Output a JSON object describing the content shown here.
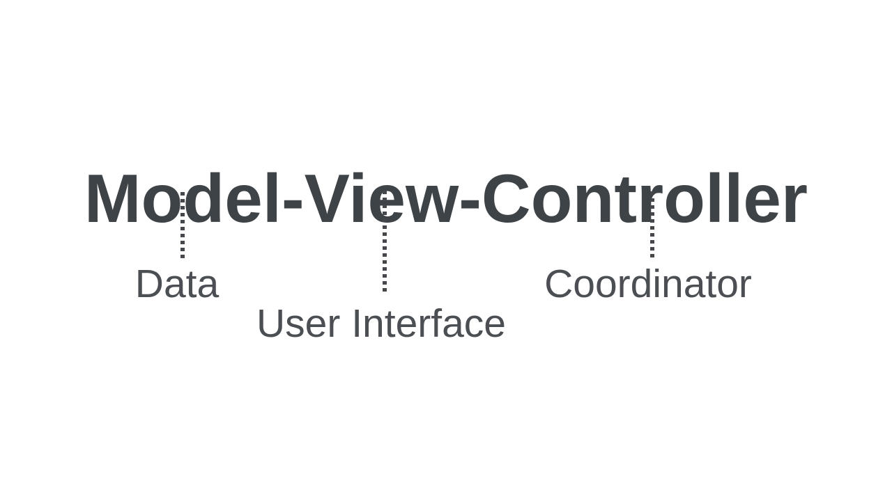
{
  "canvas": {
    "background_color": "#ffffff",
    "title_color": "#3e4347",
    "label_color": "#4b4f53",
    "connector_color": "#44484c"
  },
  "title": "Model-View-Controller",
  "annotations": [
    {
      "word": "Model",
      "label": "Data"
    },
    {
      "word": "View",
      "label": "User Interface"
    },
    {
      "word": "Controller",
      "label": "Coordinator"
    }
  ]
}
